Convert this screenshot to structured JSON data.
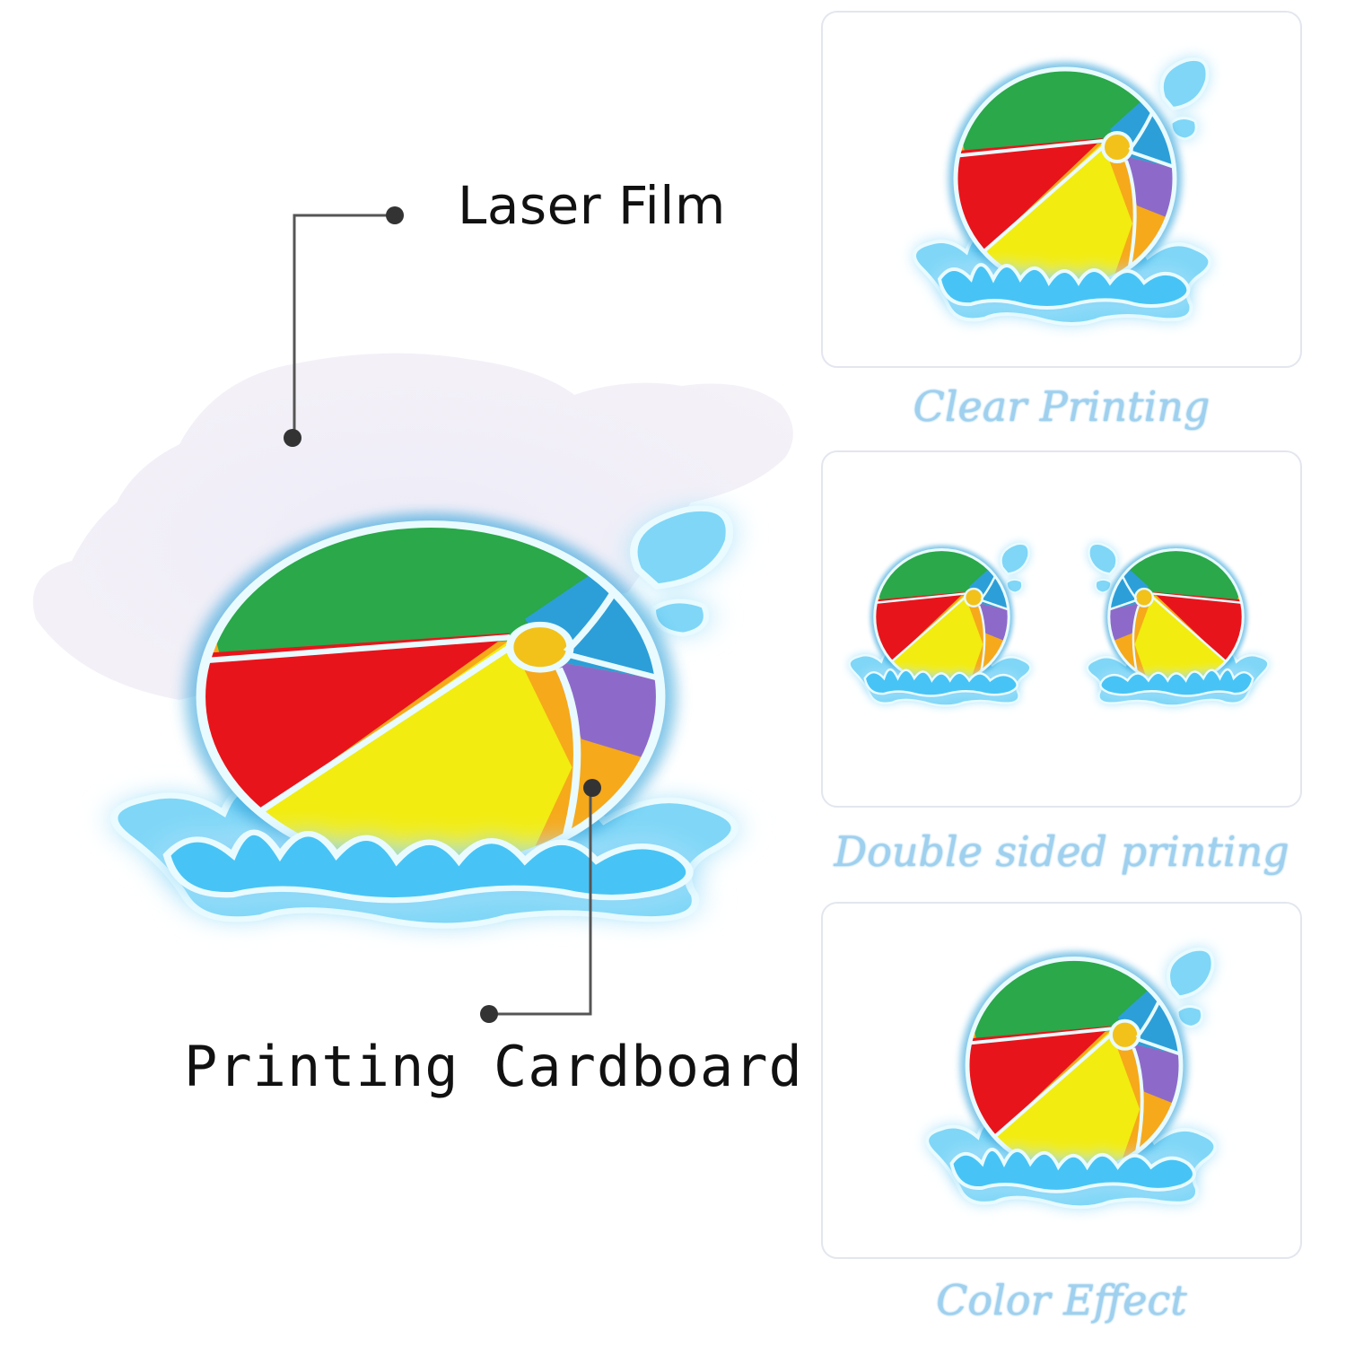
{
  "callouts": {
    "laser_film": "Laser Film",
    "printing_cardboard": "Printing Cardboard"
  },
  "panels": [
    {
      "caption": "Clear Printing"
    },
    {
      "caption": "Double sided printing"
    },
    {
      "caption": "Color Effect"
    }
  ],
  "colors": {
    "red": "#e8141b",
    "yellow": "#f2ec10",
    "orange": "#f6a91b",
    "green": "#2aa84a",
    "blue": "#2c9fd8",
    "purple": "#8d6ac9",
    "water": "#47c4f5",
    "caption": "#9fd0ee"
  }
}
